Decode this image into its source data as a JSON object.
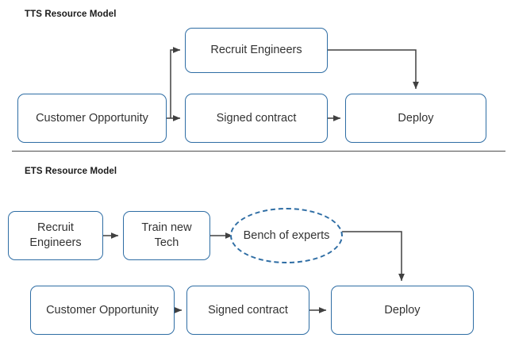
{
  "page": {
    "background": "#ffffff",
    "box_border_color": "#2e6da4",
    "connector_color": "#404040",
    "text_color": "#333333",
    "title_color": "#1a1a1a",
    "divider_color": "#4d4d4d"
  },
  "sections": {
    "tts": {
      "title": "TTS Resource Model",
      "nodes": {
        "customer_opportunity": "Customer Opportunity",
        "recruit_engineers": "Recruit Engineers",
        "signed_contract": "Signed contract",
        "deploy": "Deploy"
      }
    },
    "ets": {
      "title": "ETS Resource Model",
      "nodes": {
        "recruit_engineers": "Recruit Engineers",
        "train_new_tech": "Train new Tech",
        "bench_of_experts": "Bench of experts",
        "customer_opportunity": "Customer Opportunity",
        "signed_contract": "Signed contract",
        "deploy": "Deploy"
      }
    }
  },
  "diagram_data": {
    "type": "flowchart",
    "flows": [
      {
        "section": "TTS Resource Model",
        "edges": [
          {
            "from": "Customer Opportunity",
            "to": "Recruit Engineers",
            "style": "orthogonal-up"
          },
          {
            "from": "Customer Opportunity",
            "to": "Signed contract",
            "style": "straight"
          },
          {
            "from": "Signed contract",
            "to": "Deploy",
            "style": "straight"
          },
          {
            "from": "Recruit Engineers",
            "to": "Deploy",
            "style": "orthogonal-down"
          }
        ]
      },
      {
        "section": "ETS Resource Model",
        "edges": [
          {
            "from": "Recruit Engineers",
            "to": "Train new Tech",
            "style": "straight"
          },
          {
            "from": "Train new Tech",
            "to": "Bench of experts",
            "style": "straight"
          },
          {
            "from": "Bench of experts",
            "to": "Deploy",
            "style": "orthogonal-down"
          },
          {
            "from": "Customer Opportunity",
            "to": "Signed contract",
            "style": "straight"
          },
          {
            "from": "Signed contract",
            "to": "Deploy",
            "style": "straight"
          }
        ]
      }
    ],
    "node_shapes": {
      "Customer Opportunity": "rounded-rect",
      "Recruit Engineers": "rounded-rect",
      "Signed contract": "rounded-rect",
      "Deploy": "rounded-rect",
      "Train new Tech": "rounded-rect",
      "Bench of experts": "dashed-ellipse"
    }
  }
}
